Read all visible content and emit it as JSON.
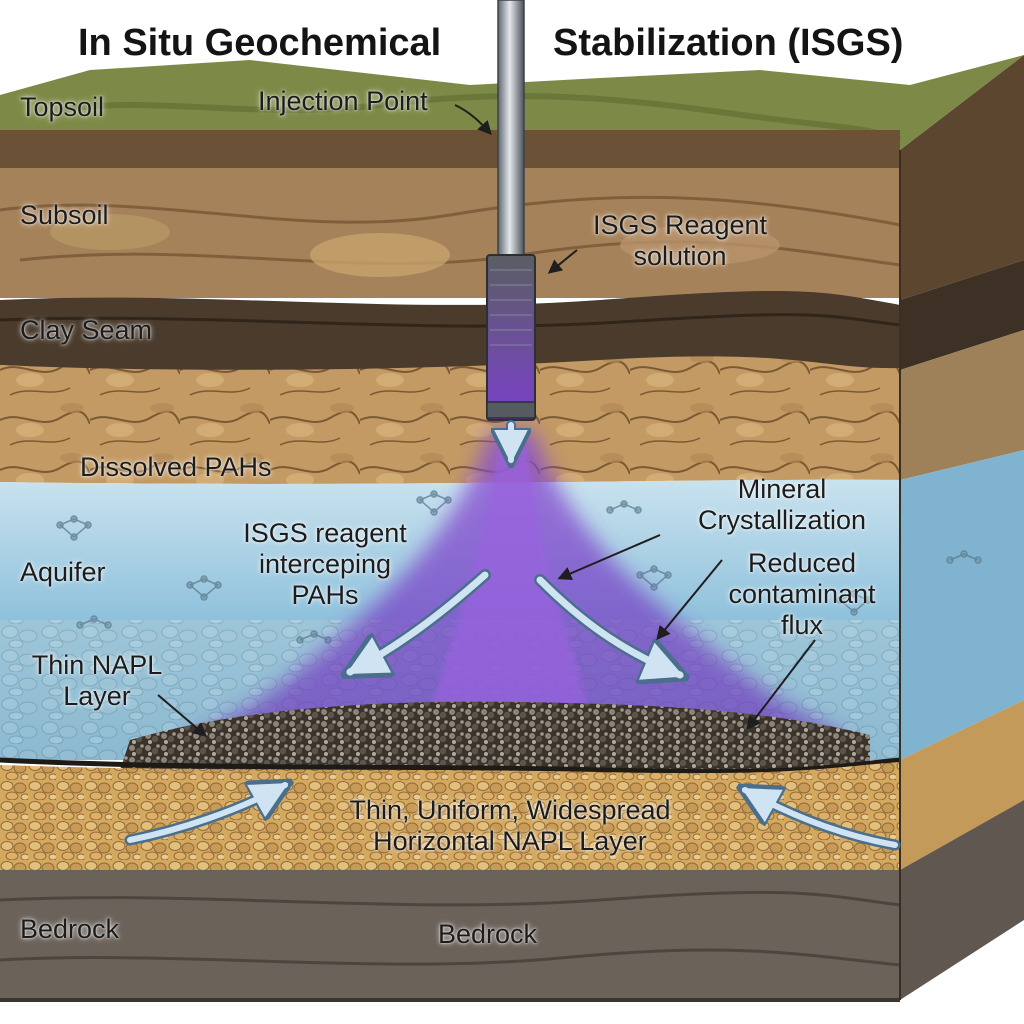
{
  "title": {
    "left": "In Situ Geochemical",
    "right": "Stabilization (ISGS)"
  },
  "layers": {
    "topsoil": "Topsoil",
    "subsoil": "Subsoil",
    "clay_seam": "Clay Seam",
    "aquifer": "Aquifer",
    "bedrock_left": "Bedrock",
    "bedrock_center": "Bedrock"
  },
  "annotations": {
    "injection_point": "Injection Point",
    "reagent_solution": [
      "ISGS Reagent",
      "solution"
    ],
    "dissolved_pahs": "Dissolved PAHs",
    "intercepting": [
      "ISGS reagent",
      "interceping",
      "PAHs"
    ],
    "mineral_crystallization": [
      "Mineral",
      "Crystallization"
    ],
    "reduced_flux": [
      "Reduced",
      "contaminant",
      "flux"
    ],
    "thin_napl": [
      "Thin NAPL",
      "Layer"
    ],
    "napl_layer": [
      "Thin, Uniform, Widespread",
      "Horizontal NAPL Layer"
    ]
  },
  "colors": {
    "topsoil": "#6f7a3e",
    "subsoil": "#a9825a",
    "clay": "#4a3b2c",
    "sand": "#c9a46a",
    "aquifer": "#9cc8e0",
    "gravel": "#d2a760",
    "bedrock": "#6b625a",
    "reagent": "#7b3fc4",
    "napl": "#2c2620",
    "arrow": "#b8d6ee"
  }
}
